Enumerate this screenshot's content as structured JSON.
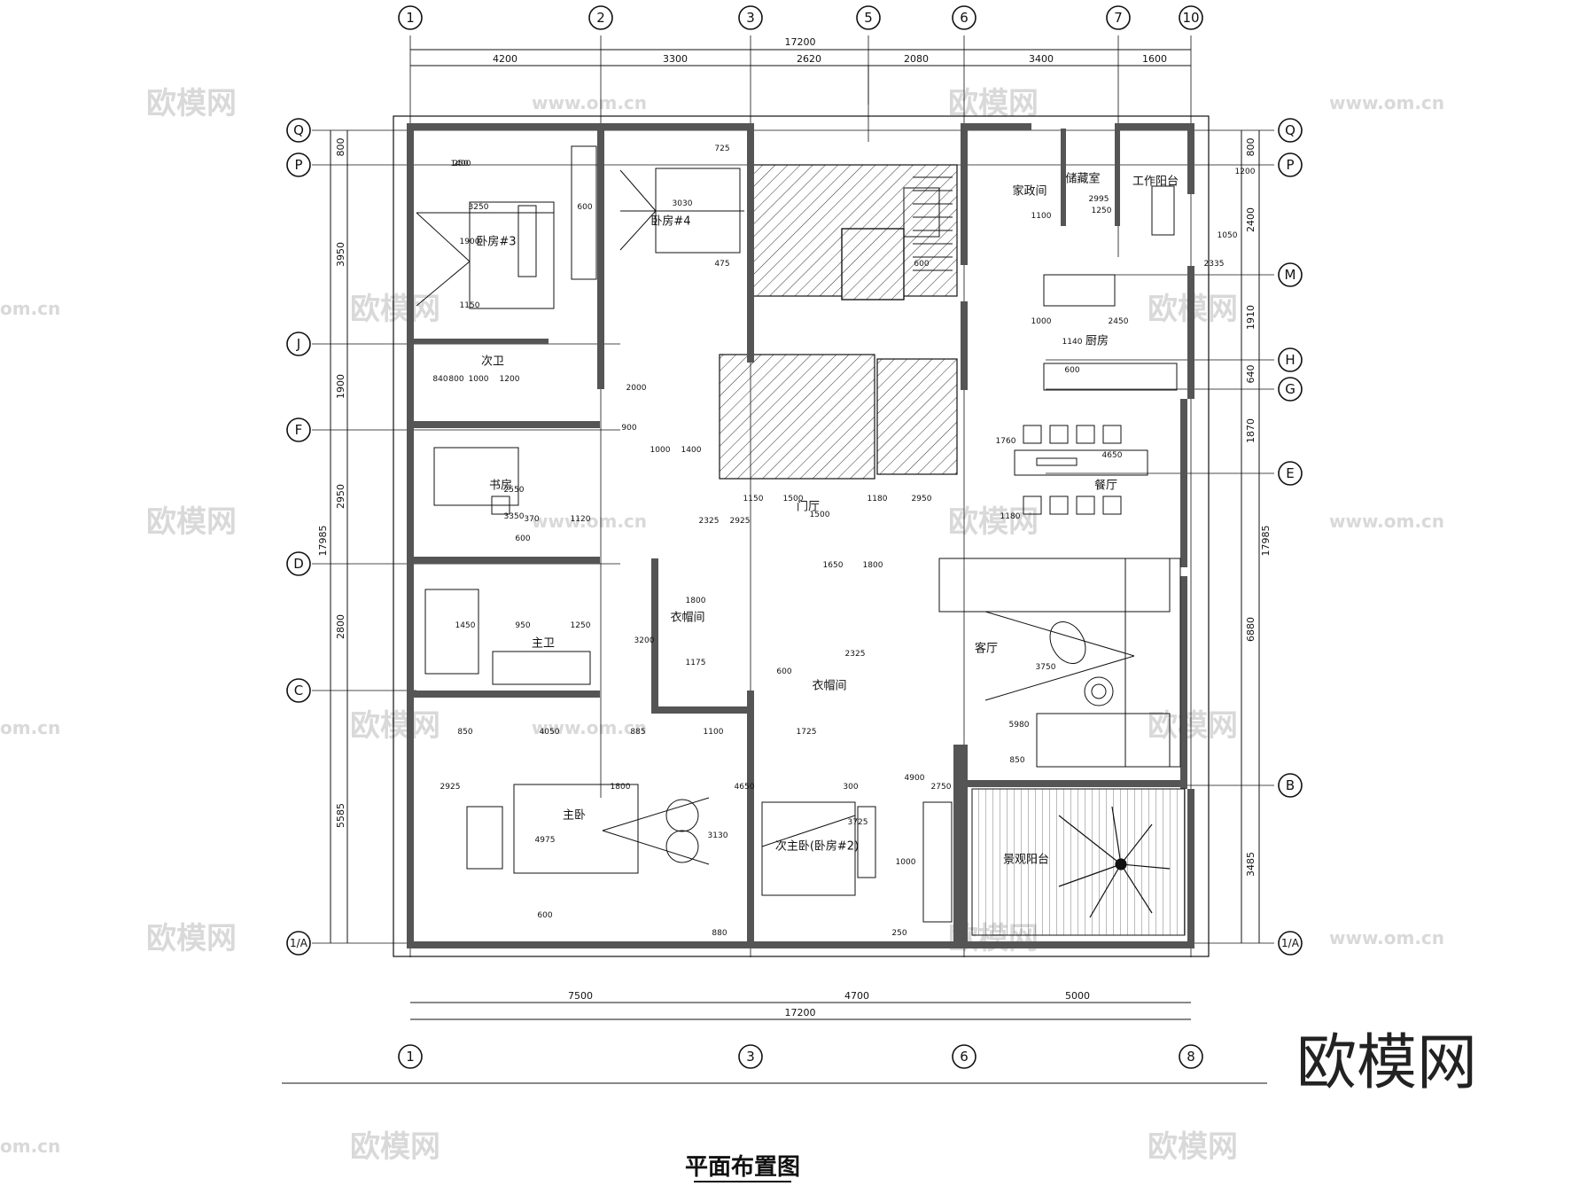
{
  "drawing": {
    "title": "平面布置图",
    "brand": "欧模网",
    "watermarks": [
      "欧模网",
      "www.om.cn",
      "om.cn"
    ]
  },
  "grid": {
    "top_bubbles": [
      "1",
      "2",
      "3",
      "5",
      "6",
      "7",
      "10"
    ],
    "bottom_bubbles": [
      "1",
      "3",
      "6",
      "8"
    ],
    "left_bubbles": [
      "Q",
      "P",
      "J",
      "F",
      "D",
      "C",
      "1/A"
    ],
    "right_bubbles": [
      "Q",
      "P",
      "M",
      "H",
      "G",
      "E",
      "B",
      "1/A"
    ]
  },
  "dimensions": {
    "top_total": "17200",
    "top_segments": [
      "4200",
      "3300",
      "2620",
      "2080",
      "3400",
      "1600"
    ],
    "bottom_segments": [
      "7500",
      "4700",
      "5000"
    ],
    "bottom_total": "17200",
    "left_total": "17985",
    "left_segments": [
      "800",
      "3950",
      "1900",
      "2950",
      "2800",
      "5585"
    ],
    "right_total": "17985",
    "right_segments": [
      "800",
      "2400",
      "1910",
      "640",
      "1870",
      "6880",
      "3485"
    ],
    "interior": [
      "1400",
      "3250",
      "1900",
      "1150",
      "600",
      "3030",
      "725",
      "475",
      "1500",
      "600",
      "1100",
      "1250",
      "2995",
      "1050",
      "1200",
      "2335",
      "1000",
      "2450",
      "1140",
      "600",
      "840",
      "800",
      "1000",
      "1200",
      "2000",
      "1000",
      "1400",
      "900",
      "1150",
      "1500",
      "1180",
      "2950",
      "1760",
      "4650",
      "1180",
      "2550",
      "3350",
      "370",
      "1120",
      "2325",
      "2925",
      "600",
      "1450",
      "950",
      "1250",
      "1650",
      "1800",
      "3200",
      "1800",
      "1175",
      "600",
      "2325",
      "3750",
      "5980",
      "850",
      "850",
      "4050",
      "885",
      "1100",
      "1725",
      "2925",
      "1800",
      "4975",
      "3130",
      "4650",
      "300",
      "3725",
      "4900",
      "1000",
      "2750",
      "600",
      "880",
      "250",
      "250"
    ]
  },
  "rooms": {
    "bedroom3": "卧房#3",
    "bedroom4": "卧房#4",
    "second_bath": "次卫",
    "study": "书房",
    "master_bath": "主卫",
    "closet1": "衣帽间",
    "closet2": "衣帽间",
    "master": "主卧",
    "second_master": "次主卧(卧房#2)",
    "foyer": "门厅",
    "laundry": "家政间",
    "storage": "储藏室",
    "service_balcony": "工作阳台",
    "kitchen": "厨房",
    "dining": "餐厅",
    "living": "客厅",
    "view_balcony": "景观阳台"
  }
}
